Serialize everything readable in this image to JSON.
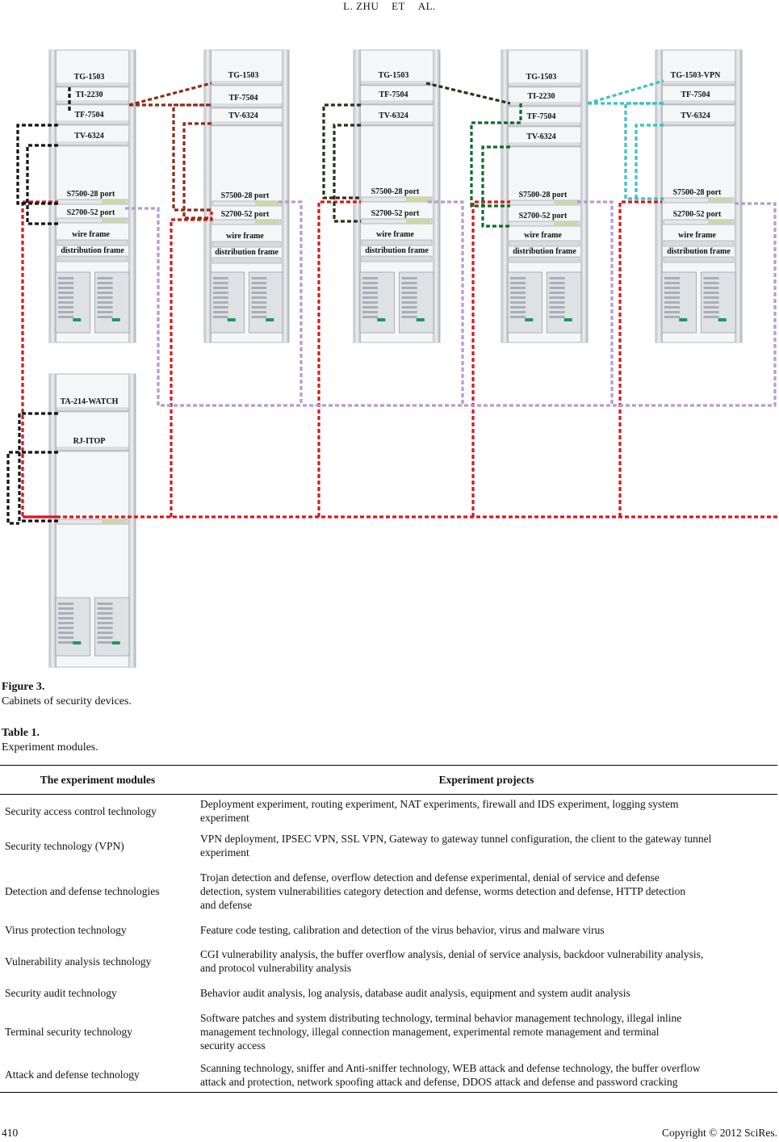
{
  "header": {
    "authors": [
      "L. ZHU",
      "ET",
      "AL."
    ]
  },
  "figure": {
    "racks": [
      {
        "id": "rack1",
        "devices": [
          "TG-1503",
          "TI-2230",
          "TF-7504",
          "TV-6324"
        ]
      },
      {
        "id": "rack2",
        "devices": [
          "TG-1503",
          "TF-7504",
          "TV-6324"
        ]
      },
      {
        "id": "rack3",
        "devices": [
          "TG-1503",
          "TF-7504",
          "TV-6324"
        ]
      },
      {
        "id": "rack4",
        "devices": [
          "TG-1503",
          "TI-2230",
          "TF-7504",
          "TV-6324"
        ]
      },
      {
        "id": "rack5",
        "devices": [
          "TG-1503-VPN",
          "TF-7504",
          "TV-6324"
        ]
      },
      {
        "id": "rack6",
        "devices": [
          "TA-214-WATCH",
          "RJ-ITOP"
        ]
      }
    ],
    "port_labels": {
      "s7500": "S7500-28 port",
      "s2700": "S2700-52 port",
      "wire_frame": "wire frame",
      "distribution_frame": "distribution frame"
    },
    "caption_title": "Figure 3.",
    "caption_text": "Cabinets of security devices.",
    "colors": {
      "red": "#d8181f",
      "black": "#111111",
      "brown": "#8a2d17",
      "olive": "#2a3217",
      "green": "#0d6b2d",
      "cyan": "#3cc0c6",
      "lilac": "#b69ad0"
    }
  },
  "table": {
    "caption_title": "Table 1.",
    "caption_text": "Experiment modules.",
    "headers": [
      "The experiment modules",
      "Experiment projects"
    ],
    "rows": [
      {
        "module": "Security access control technology",
        "projects": [
          "Deployment experiment, routing experiment, NAT experiments, firewall and IDS experiment, logging system",
          "experiment"
        ]
      },
      {
        "module": "Security technology (VPN)",
        "projects": [
          "VPN deployment, IPSEC VPN, SSL VPN, Gateway to gateway tunnel configuration, the client to the gateway tunnel",
          "experiment"
        ]
      },
      {
        "module": "Detection and defense technologies",
        "projects": [
          "Trojan detection and defense, overflow detection and defense experimental, denial of service and defense",
          "detection, system vulnerabilities category detection and defense, worms detection and defense, HTTP detection",
          "and defense"
        ]
      },
      {
        "module": "Virus protection technology",
        "projects": [
          "Feature code testing, calibration and detection of the virus behavior, virus and malware virus"
        ]
      },
      {
        "module": "Vulnerability analysis technology",
        "projects": [
          "CGI vulnerability analysis, the buffer overflow analysis, denial of service analysis, backdoor vulnerability analysis,",
          "and protocol vulnerability analysis"
        ]
      },
      {
        "module": "Security audit technology",
        "projects": [
          "Behavior audit analysis, log analysis, database audit analysis, equipment and system audit analysis"
        ]
      },
      {
        "module": "Terminal security technology",
        "projects": [
          "Software patches and system distributing technology, terminal behavior management technology, illegal inline",
          "management technology, illegal connection management, experimental remote management and terminal",
          "security access"
        ]
      },
      {
        "module": "Attack and defense technology",
        "projects": [
          "Scanning technology, sniffer and Anti-sniffer technology, WEB attack and defense technology, the buffer overflow",
          "attack and protection, network spoofing attack and defense, DDOS attack and defense and password cracking"
        ]
      }
    ]
  },
  "footer": {
    "page_number": "410",
    "copyright": "Copyright © 2012 SciRes."
  }
}
